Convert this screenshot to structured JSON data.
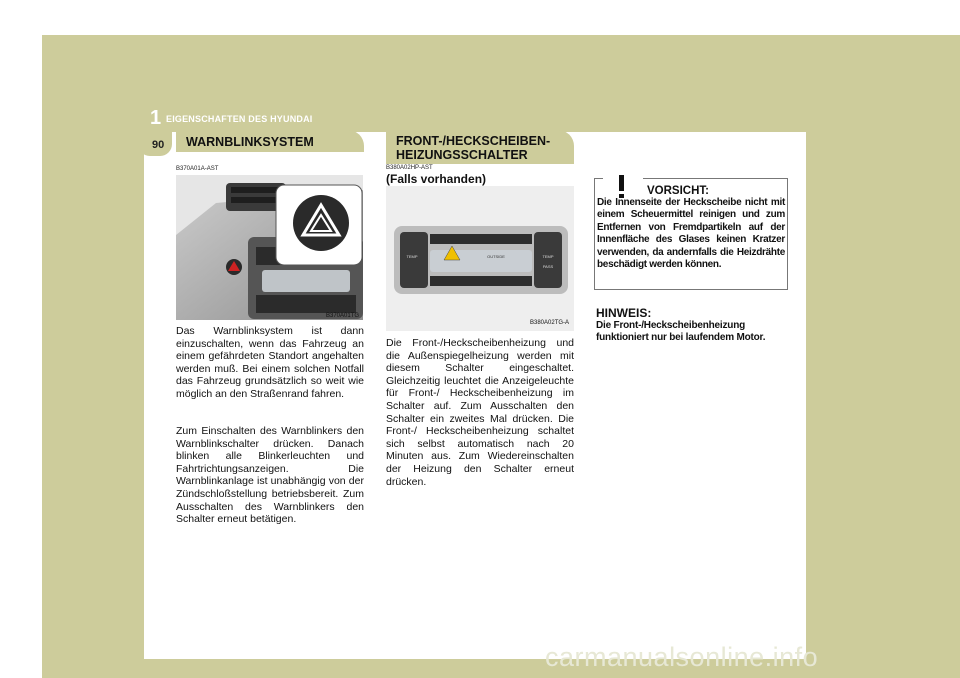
{
  "header": {
    "chapter_number": "1",
    "chapter_title": "EIGENSCHAFTEN DES HYUNDAI",
    "page_number": "90"
  },
  "warnblink": {
    "heading": "WARNBLINKSYSTEM",
    "code": "B370A01A-AST",
    "photo_caption": "B370A01TG",
    "paragraphs": [
      "Das Warnblinksystem ist dann einzuschalten, wenn das Fahrzeug an einem gefährdeten Standort angehalten werden muß. Bei einem solchen Notfall das Fahrzeug grundsätzlich so weit wie möglich an den Straßenrand fahren.",
      "Zum Einschalten des Warnblinkers den Warnblinkschalter drücken. Danach blinken alle Blinkerleuchten und Fahrtrichtungsanzeigen. Die Warnblinkanlage ist unabhängig von der Zündschloßstellung betriebsbereit. Zum Ausschalten des Warnblinkers den Schalter erneut betätigen."
    ]
  },
  "heizung": {
    "heading_line1": "FRONT-/HECKSCHEIBEN-",
    "heading_line2": "HEIZUNGSSCHALTER",
    "code": "B380A02HP-AST",
    "subheading": "(Falls vorhanden)",
    "photo_caption": "B380A02TG-A",
    "panel_labels": {
      "temp": "TEMP",
      "outside": "OUTSIDE",
      "pass": "PASS"
    },
    "paragraph": "Die Front-/Heckscheibenheizung und die Außenspiegelheizung werden mit diesem Schalter eingeschaltet. Gleichzeitig leuchtet die Anzeigeleuchte für Front-/ Heckscheibenheizung im Schalter auf. Zum Ausschalten den Schalter ein zweites Mal drücken. Die Front-/ Heckscheibenheizung schaltet sich selbst automatisch nach 20 Minuten aus. Zum Wiedereinschalten der Heizung den Schalter erneut drücken."
  },
  "caution": {
    "title": "VORSICHT:",
    "text": "Die Innenseite der Heckscheibe nicht mit einem Scheuermittel reinigen und zum Entfernen von Fremdpartikeln auf der Innenfläche des Glases keinen Kratzer verwenden, da andernfalls die Heizdrähte beschädigt werden können."
  },
  "note": {
    "title": "HINWEIS:",
    "text": "Die Front-/Heckscheibenheizung funktioniert nur bei laufendem Motor."
  },
  "watermark": "carmanualsonline.info",
  "icons": [
    "warning-triangle-icon",
    "caution-exclamation-icon"
  ]
}
